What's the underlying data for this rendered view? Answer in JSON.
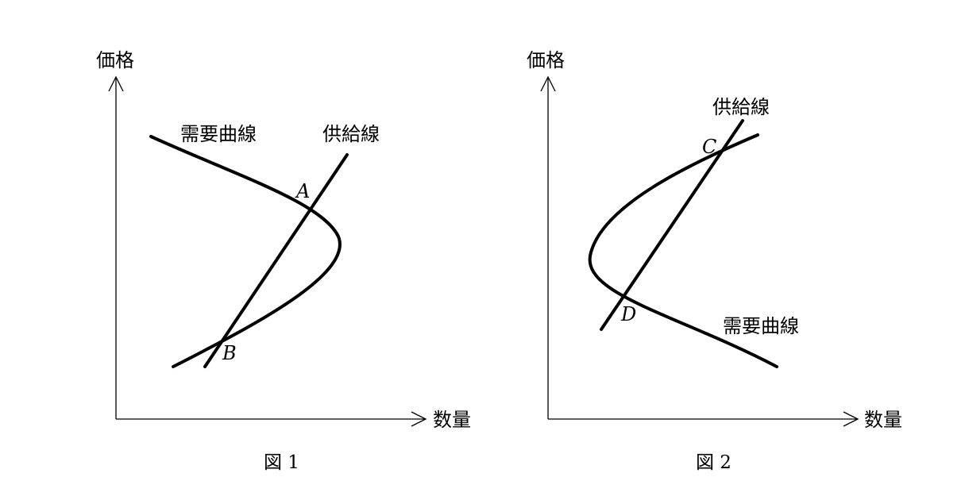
{
  "figures": [
    {
      "axis_y_label": "価格",
      "axis_x_label": "数量",
      "demand_label": "需要曲線",
      "supply_label": "供給線",
      "point_upper": "A",
      "point_lower": "B",
      "caption": "図 1"
    },
    {
      "axis_y_label": "価格",
      "axis_x_label": "数量",
      "demand_label": "需要曲線",
      "supply_label": "供給線",
      "point_upper": "C",
      "point_lower": "D",
      "caption": "図 2"
    }
  ]
}
